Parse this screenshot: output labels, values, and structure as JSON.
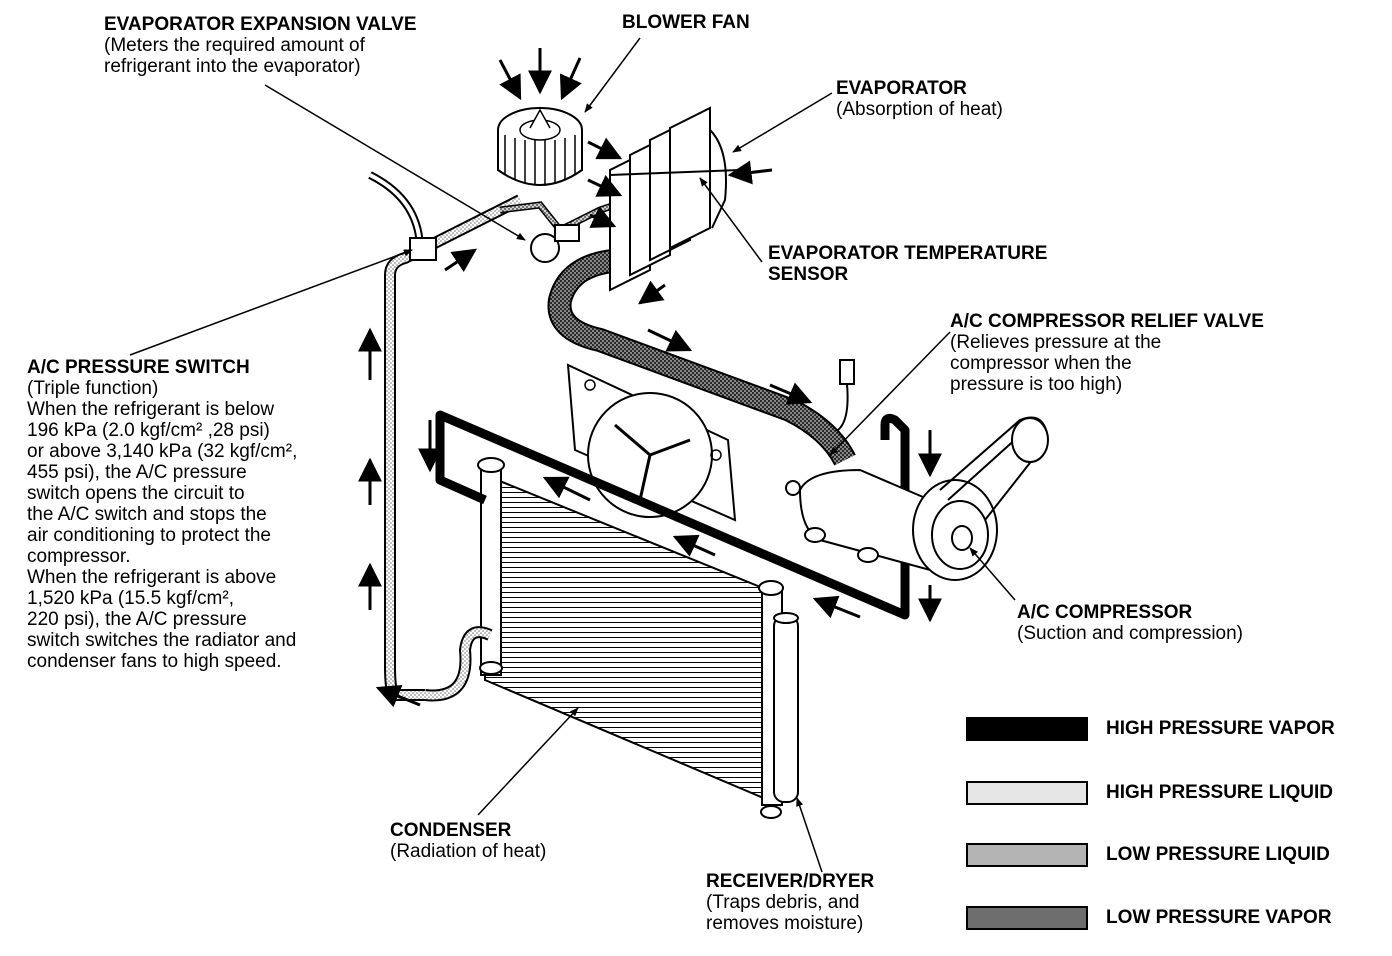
{
  "labels": {
    "expansion_valve": {
      "title": "EVAPORATOR EXPANSION VALVE",
      "desc": [
        "(Meters the required amount of",
        "refrigerant into the evaporator)"
      ]
    },
    "blower_fan": {
      "title": "BLOWER FAN"
    },
    "evaporator": {
      "title": "EVAPORATOR",
      "desc": [
        "(Absorption of heat)"
      ]
    },
    "evap_temp_sensor": {
      "title": [
        "EVAPORATOR TEMPERATURE",
        "SENSOR"
      ]
    },
    "relief_valve": {
      "title": "A/C COMPRESSOR RELIEF VALVE",
      "desc": [
        "(Relieves pressure at the",
        "compressor when the",
        "pressure is too high)"
      ]
    },
    "pressure_switch": {
      "title": "A/C PRESSURE SWITCH",
      "desc": [
        "(Triple function)",
        "When the refrigerant is below",
        "196 kPa (2.0 kgf/cm² ,28 psi)",
        "or above 3,140 kPa (32 kgf/cm²,",
        "455 psi), the A/C pressure",
        "switch opens the circuit to",
        "the A/C switch and stops the",
        "air conditioning to protect the",
        "compressor.",
        "When the refrigerant is above",
        "1,520 kPa (15.5 kgf/cm²,",
        "220 psi), the A/C pressure",
        "switch switches the radiator and",
        "condenser fans to high speed."
      ]
    },
    "compressor": {
      "title": "A/C COMPRESSOR",
      "desc": [
        "(Suction and compression)"
      ]
    },
    "condenser": {
      "title": "CONDENSER",
      "desc": [
        "(Radiation of heat)"
      ]
    },
    "receiver_dryer": {
      "title": "RECEIVER/DRYER",
      "desc": [
        "(Traps debris, and",
        "removes moisture)"
      ]
    }
  },
  "legend": [
    {
      "label": "HIGH PRESSURE VAPOR",
      "fill": "#000000"
    },
    {
      "label": "HIGH PRESSURE LIQUID",
      "fill": "#e6e6e6"
    },
    {
      "label": "LOW PRESSURE LIQUID",
      "fill": "#b4b4b4"
    },
    {
      "label": "LOW PRESSURE VAPOR",
      "fill": "#6e6e6e"
    }
  ]
}
